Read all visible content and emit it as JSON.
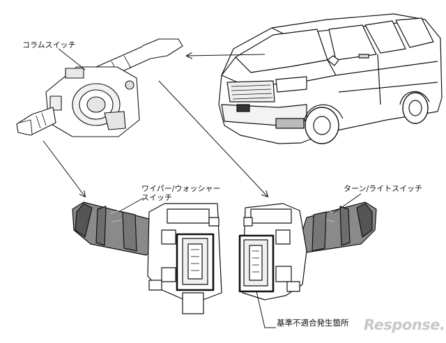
{
  "labels": {
    "column_switch": "コラムスイッチ",
    "wiper_switch_line1": "ワイパー/ウォッシャー",
    "wiper_switch_line2": "スイッチ",
    "turn_light_switch": "ターン/ライトスイッチ",
    "defect_location": "基準不適合発生箇所"
  },
  "watermark": "Response.",
  "colors": {
    "line": "#111111",
    "fill": "#ffffff",
    "shade": "#d9d9d9",
    "watermark": "#c8c8c8"
  }
}
